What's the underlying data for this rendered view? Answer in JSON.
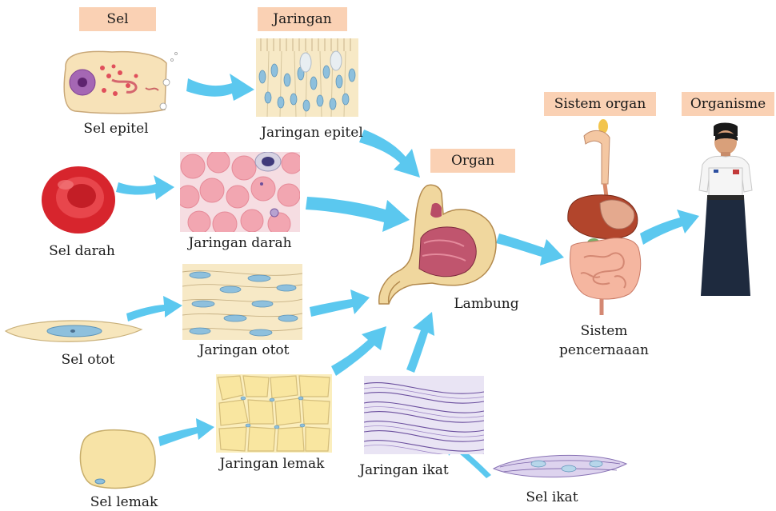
{
  "headers": {
    "sel": "Sel",
    "jaringan": "Jaringan",
    "organ": "Organ",
    "sistem_organ": "Sistem organ",
    "organisme": "Organisme"
  },
  "labels": {
    "sel_epitel": "Sel epitel",
    "jaringan_epitel": "Jaringan epitel",
    "sel_darah": "Sel darah",
    "jaringan_darah": "Jaringan darah",
    "sel_otot": "Sel otot",
    "jaringan_otot": "Jaringan otot",
    "sel_lemak": "Sel lemak",
    "jaringan_lemak": "Jaringan lemak",
    "jaringan_ikat": "Jaringan ikat",
    "sel_ikat": "Sel ikat",
    "lambung": "Lambung",
    "sistem_pencernaan_line1": "Sistem",
    "sistem_pencernaan_line2": "pencernaaan"
  },
  "colors": {
    "header_bg": "#fad1b4",
    "arrow": "#5bc8ef",
    "text": "#1a1a1a"
  }
}
